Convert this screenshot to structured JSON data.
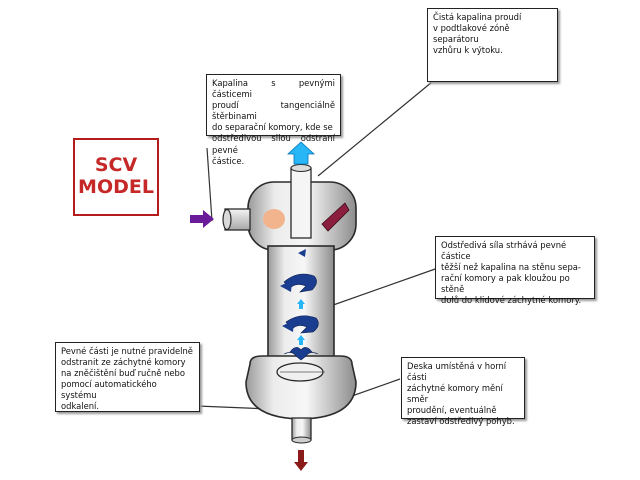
{
  "model_label": "SCV\nMODEL",
  "callouts": {
    "top_right": "Čistá kapalina proudí\nv podtlakové zóně separátoru\nvzhůru k výtoku.",
    "top_left": "Kapalina s pevnými částicemi\nproudí tangenciálně štěrbinami\ndo separační komory, kde se\nodstředivou silou odstraní pevné\nčástice.",
    "mid_right": "Odstředivá síla strhává pevné částice\ntěžší než kapalina na stěnu sepa-\nrační komory a pak kloužou po stěně\ndolů do klidové záchytné komory.",
    "bottom_left": "Pevné části je nutné pravidelně\nodstranit ze záchytné komory\nna zněčištění buď ručně nebo\npomocí automatického systému\nodkalení.",
    "bottom_right": "Deska umístěná v horní části\nzáchytné komory mění směr\nproudění, eventuálně\nzastaví odstředivý pohyb."
  },
  "colors": {
    "inlet_arrow": "#6a1b9a",
    "outlet_arrow": "#29b6f6",
    "drain_arrow": "#8b1a1a",
    "swirl_arrow": "#1a3d8f",
    "model_text": "#c62828",
    "separator_fill": "#e6e6e6"
  }
}
